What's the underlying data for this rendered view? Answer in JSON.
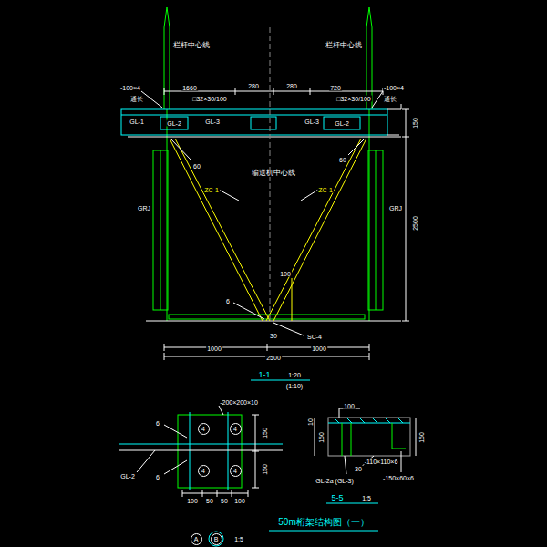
{
  "diagram": {
    "title": "50m桁架结构图（一）",
    "nodes": [
      {
        "text": [
          "4"
        ]
      },
      {
        "text": [
          "4"
        ]
      },
      {
        "text": [
          "4"
        ]
      },
      {
        "text": [
          "4"
        ]
      },
      {
        "text": [
          "A"
        ]
      },
      {
        "text": [
          "B"
        ]
      }
    ],
    "labels": [
      "栏杆中心线",
      "栏杆中心线",
      "-100×4",
      "通长",
      "1660",
      "280",
      "280",
      "720",
      "-100×4",
      "通长",
      "□32×30/100",
      "□32×30/100",
      "GL-1",
      "GL-2",
      "GL-3",
      "GL-3",
      "GL-2",
      "150",
      "60",
      "60",
      "输送机中心线",
      "ZC-1",
      "ZC-1",
      "GRJ",
      "GRJ",
      "2500",
      "100",
      "6",
      "30",
      "SC-4",
      "1000",
      "1000",
      "2500",
      "1-1",
      "1:20",
      "(1:10)",
      "-200×200×10",
      "6",
      "6",
      "GL-2",
      "150",
      "150",
      "100",
      "50",
      "50",
      "100",
      "100",
      "10",
      "150",
      "150",
      "30",
      "-110×110×6",
      "GL-2a (GL-3)",
      "-150×60×6",
      "5-5",
      "1:5",
      "1:5"
    ]
  }
}
